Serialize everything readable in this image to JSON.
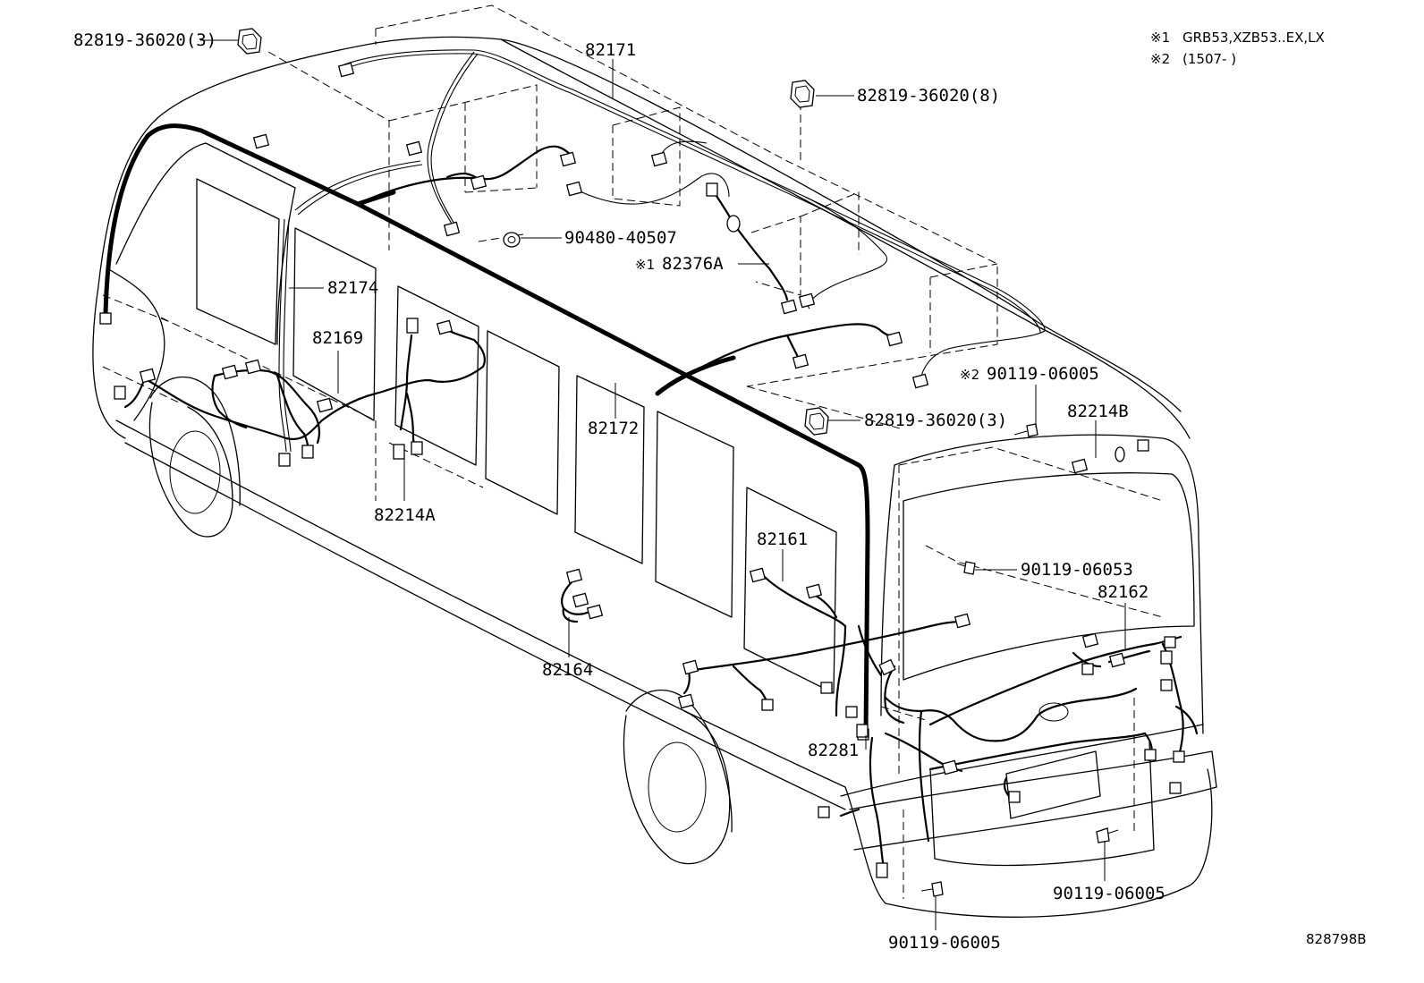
{
  "notes": {
    "note1_mark": "※1",
    "note1_text": "GRB53,XZB53..EX,LX",
    "note2_mark": "※2",
    "note2_text": "(1507-      )"
  },
  "parts": {
    "p82819_a": "82819-36020(3)",
    "p82171": "82171",
    "p82819_b": "82819-36020(8)",
    "p90480": "90480-40507",
    "p82376a_mark": "※1",
    "p82376a": "82376A",
    "p82174": "82174",
    "p82169": "82169",
    "p90119_a_mark": "※2",
    "p90119_a": "90119-06005",
    "p82214b": "82214B",
    "p82819_c": "82819-36020(3)",
    "p82172": "82172",
    "p82214a": "82214A",
    "p82161": "82161",
    "p90119_b": "90119-06053",
    "p82162": "82162",
    "p82164": "82164",
    "p82281": "82281",
    "p90119_c": "90119-06005",
    "p90119_d": "90119-06005"
  },
  "diagram_id": "828798B"
}
